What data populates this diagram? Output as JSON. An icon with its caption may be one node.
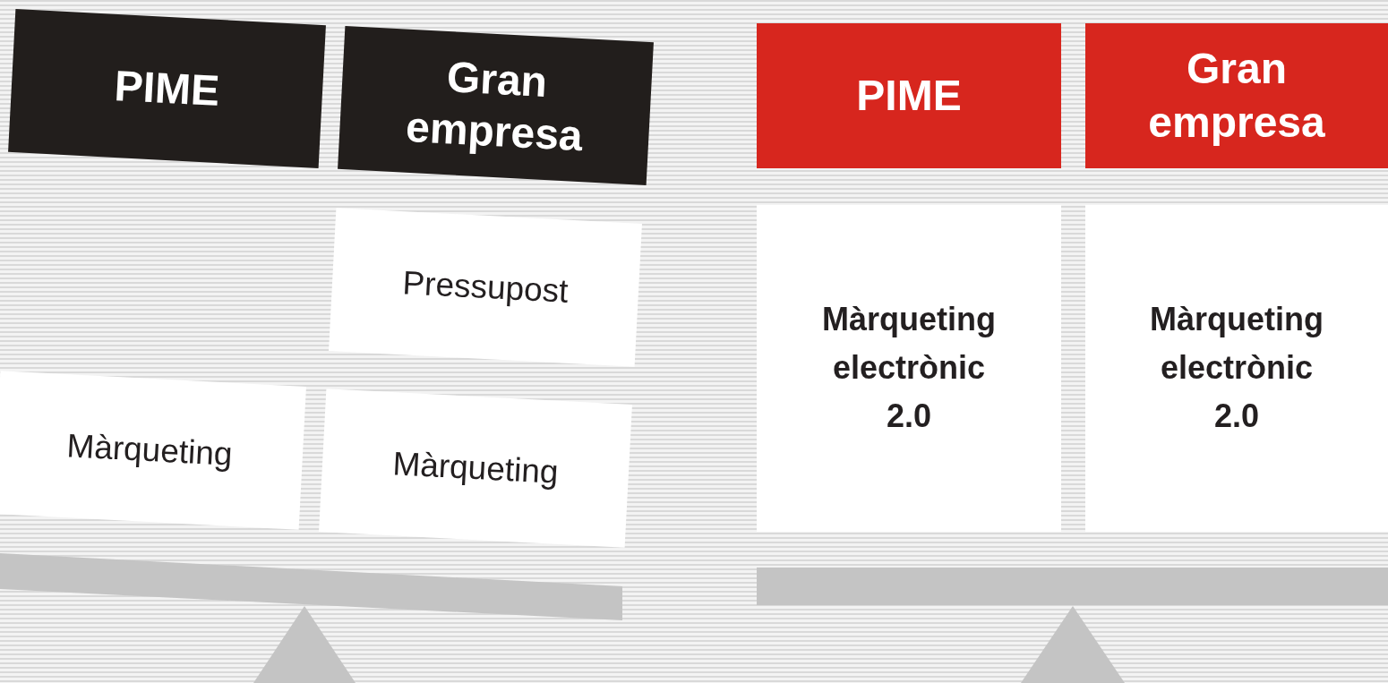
{
  "diagram": {
    "nodes": [
      {
        "text": [
          "PIME"
        ]
      },
      {
        "text": [
          "Gran empresa"
        ]
      },
      {
        "text": [
          "Pressupost"
        ]
      },
      {
        "text": [
          "Màrqueting"
        ]
      },
      {
        "text": [
          "Màrqueting"
        ]
      },
      {
        "text": [
          "PIME"
        ]
      },
      {
        "text": [
          "Gran empresa"
        ]
      },
      {
        "text": [
          "Màrqueting electrònic 2.0"
        ]
      },
      {
        "text": [
          "Màrqueting electrònic 2.0"
        ]
      }
    ]
  }
}
